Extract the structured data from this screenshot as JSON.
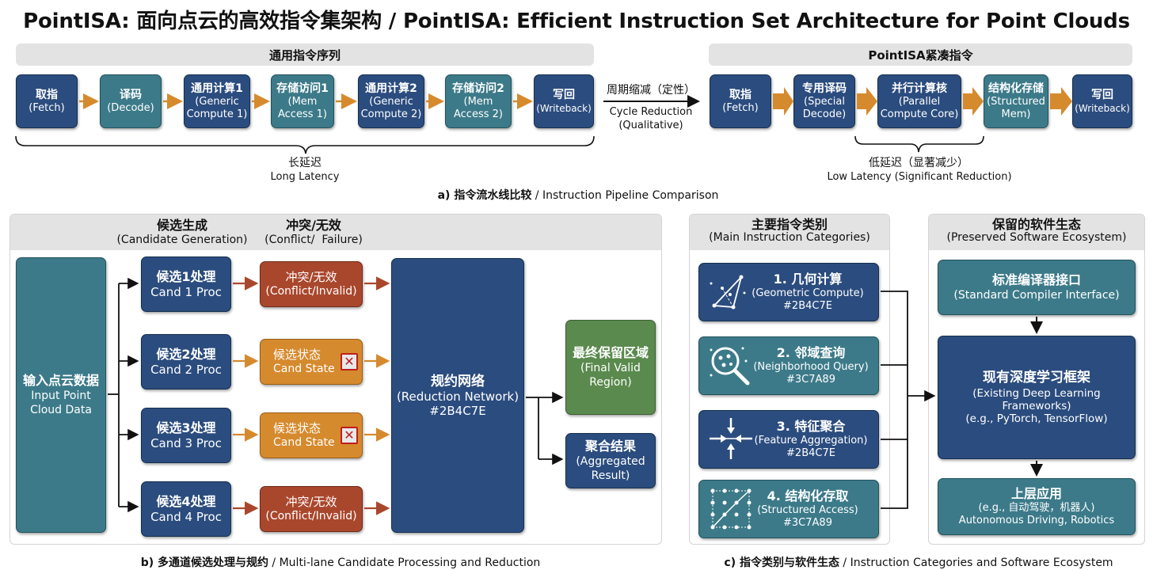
{
  "title": "PointISA: 面向点云的高效指令集架构 / PointISA: Efficient Instruction Set Architecture for Point Clouds",
  "section_a": {
    "generic_header": "通用指令序列",
    "compact_header": "PointISA紧凑指令",
    "generic_steps": [
      {
        "zh": "取指",
        "en": "(Fetch)"
      },
      {
        "zh": "译码",
        "en": "(Decode)"
      },
      {
        "zh": "通用计算1",
        "en": "(Generic Compute 1)"
      },
      {
        "zh": "存储访问1",
        "en": "(Mem Access 1)"
      },
      {
        "zh": "通用计算2",
        "en": "(Generic Compute 2)"
      },
      {
        "zh": "存储访问2",
        "en": "(Mem Access 2)"
      },
      {
        "zh": "写回",
        "en": "(Writeback)"
      }
    ],
    "compact_steps": [
      {
        "zh": "取指",
        "en": "(Fetch)"
      },
      {
        "zh": "专用译码",
        "en": "(Special Decode)"
      },
      {
        "zh": "并行计算核",
        "en": "(Parallel Compute Core)"
      },
      {
        "zh": "结构化存储",
        "en": "(Structured Mem)"
      },
      {
        "zh": "写回",
        "en": "(Writeback)"
      }
    ],
    "cycle_reduction_zh": "周期缩减（定性）",
    "cycle_reduction_en": "Cycle Reduction",
    "cycle_reduction_note": "(Qualitative)",
    "long_latency_zh": "长延迟",
    "long_latency_en": "Long Latency",
    "low_latency_zh": "低延迟（显著减少）",
    "low_latency_en": "Low Latency (Significant Reduction)",
    "caption_prefix": "a) 指令流水线比较",
    "caption_suffix": " / Instruction Pipeline Comparison"
  },
  "section_b": {
    "head_gen_zh": "候选生成",
    "head_gen_en": "(Candidate Generation)",
    "head_conflict_zh": "冲突/无效",
    "head_conflict_en": "(Conflict/  Failure)",
    "input_zh": "输入点云数据",
    "input_en": "Input Point Cloud Data",
    "lanes": [
      {
        "zh": "候选1处理",
        "en": "Cand 1 Proc",
        "state_zh": "冲突/无效",
        "state_en": "(Conflict/Invalid)"
      },
      {
        "zh": "候选2处理",
        "en": "Cand 2 Proc",
        "state_zh": "候选状态",
        "state_en": "Cand State",
        "mark": "✕"
      },
      {
        "zh": "候选3处理",
        "en": "Cand 3 Proc",
        "state_zh": "候选状态",
        "state_en": "Cand State",
        "mark": "✕"
      },
      {
        "zh": "候选4处理",
        "en": "Cand 4 Proc",
        "state_zh": "冲突/无效",
        "state_en": "(Conflict/Invalid)"
      }
    ],
    "reduction_zh": "规约网络",
    "reduction_en": "(Reduction Network)",
    "reduction_color": "#2B4C7E",
    "final_zh": "最终保留区域",
    "final_en": "(Final Valid Region)",
    "agg_zh": "聚合结果",
    "agg_en": "(Aggregated Result)",
    "caption_prefix": "b) 多通道候选处理与规约",
    "caption_suffix": " / Multi-lane Candidate Processing and Reduction"
  },
  "section_c": {
    "cat_head_zh": "主要指令类别",
    "cat_head_en": "(Main Instruction Categories)",
    "eco_head_zh": "保留的软件生态",
    "eco_head_en": "(Preserved Software Ecosystem)",
    "categories": [
      {
        "zh": "1. 几何计算",
        "en": "(Geometric Compute)",
        "color": "#2B4C7E",
        "icon": "geometry-icon"
      },
      {
        "zh": "2. 邻域查询",
        "en": "(Neighborhood Query)",
        "color": "#3C7A89",
        "icon": "magnifier-icon"
      },
      {
        "zh": "3. 特征聚合",
        "en": "(Feature Aggregation)",
        "color": "#2B4C7E",
        "icon": "converge-arrows-icon"
      },
      {
        "zh": "4. 结构化存取",
        "en": "(Structured Access)",
        "color": "#3C7A89",
        "icon": "grid-points-icon"
      }
    ],
    "compiler_zh": "标准编译器接口",
    "compiler_en": "(Standard Compiler Interface)",
    "dl_zh": "现有深度学习框架",
    "dl_en": "(Existing Deep Learning Frameworks)",
    "dl_eg": "(e.g., PyTorch, TensorFlow)",
    "app_zh": "上层应用",
    "app_eg": "(e.g., 自动驾驶，机器人)",
    "app_en": "Autonomous Driving, Robotics",
    "caption_prefix": "c) 指令类别与软件生态",
    "caption_suffix": " / Instruction Categories and Software Ecosystem"
  }
}
